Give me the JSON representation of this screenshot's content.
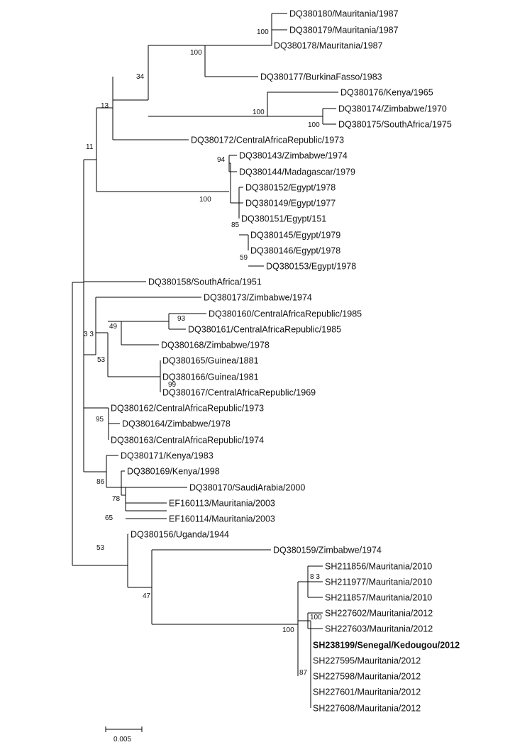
{
  "taxa": [
    {
      "id": "t1",
      "label": "DQ380180/Mauritania/1987",
      "bold": false
    },
    {
      "id": "t2",
      "label": "DQ380179/Mauritania/1987",
      "bold": false
    },
    {
      "id": "t3",
      "label": "DQ380178/Mauritania/1987",
      "bold": false
    },
    {
      "id": "t4",
      "label": "DQ380177/BurkinaFasso/1983",
      "bold": false
    },
    {
      "id": "t5",
      "label": "DQ380176/Kenya/1965",
      "bold": false
    },
    {
      "id": "t6",
      "label": "DQ380174/Zimbabwe/1970",
      "bold": false
    },
    {
      "id": "t7",
      "label": "DQ380175/SouthAfrica/1975",
      "bold": false
    },
    {
      "id": "t8",
      "label": "DQ380172/CentralAfricaRepublic/1973",
      "bold": false
    },
    {
      "id": "t9",
      "label": "DQ380143/Zimbabwe/1974",
      "bold": false
    },
    {
      "id": "t10",
      "label": "DQ380144/Madagascar/1979",
      "bold": false
    },
    {
      "id": "t11",
      "label": "DQ380152/Egypt/1978",
      "bold": false
    },
    {
      "id": "t12",
      "label": "DQ380149/Egypt/1977",
      "bold": false
    },
    {
      "id": "t13",
      "label": "DQ380151/Egypt/151",
      "bold": false
    },
    {
      "id": "t14",
      "label": "DQ380145/Egypt/1979",
      "bold": false
    },
    {
      "id": "t15",
      "label": "DQ380146/Egypt/1978",
      "bold": false
    },
    {
      "id": "t16",
      "label": "DQ380153/Egypt/1978",
      "bold": false
    },
    {
      "id": "t17",
      "label": "DQ380158/SouthAfrica/1951",
      "bold": false
    },
    {
      "id": "t18",
      "label": "DQ380173/Zimbabwe/1974",
      "bold": false
    },
    {
      "id": "t19",
      "label": "DQ380160/CentralAfricaRepublic/1985",
      "bold": false
    },
    {
      "id": "t20",
      "label": "DQ380161/CentralAfricaRepublic/1985",
      "bold": false
    },
    {
      "id": "t21",
      "label": "DQ380168/Zimbabwe/1978",
      "bold": false
    },
    {
      "id": "t22",
      "label": "DQ380165/Guinea/1881",
      "bold": false
    },
    {
      "id": "t23",
      "label": "DQ380166/Guinea/1981",
      "bold": false
    },
    {
      "id": "t24",
      "label": "DQ380167/CentralAfricaRepublic/1969",
      "bold": false
    },
    {
      "id": "t25",
      "label": "DQ380162/CentralAfricaRepublic/1973",
      "bold": false
    },
    {
      "id": "t26",
      "label": "DQ380164/Zimbabwe/1978",
      "bold": false
    },
    {
      "id": "t27",
      "label": "DQ380163/CentralAfricaRepublic/1974",
      "bold": false
    },
    {
      "id": "t28",
      "label": "DQ380171/Kenya/1983",
      "bold": false
    },
    {
      "id": "t29",
      "label": "DQ380169/Kenya/1998",
      "bold": false
    },
    {
      "id": "t30",
      "label": "DQ380170/SaudiArabia/2000",
      "bold": false
    },
    {
      "id": "t31",
      "label": "EF160113/Mauritania/2003",
      "bold": false
    },
    {
      "id": "t32",
      "label": "EF160114/Mauritania/2003",
      "bold": false
    },
    {
      "id": "t33",
      "label": "DQ380156/Uganda/1944",
      "bold": false
    },
    {
      "id": "t34",
      "label": "DQ380159/Zimbabwe/1974",
      "bold": false
    },
    {
      "id": "t35",
      "label": "SH211856/Mauritania/2010",
      "bold": false
    },
    {
      "id": "t36",
      "label": "SH211977/Mauritania/2010",
      "bold": false
    },
    {
      "id": "t37",
      "label": "SH211857/Mauritania/2010",
      "bold": false
    },
    {
      "id": "t38",
      "label": "SH227602/Mauritania/2012",
      "bold": false
    },
    {
      "id": "t39",
      "label": "SH227603/Mauritania/2012",
      "bold": false
    },
    {
      "id": "t40",
      "label": "SH238199/Senegal/Kedougou/2012",
      "bold": true
    },
    {
      "id": "t41",
      "label": "SH227595/Mauritania/2012",
      "bold": false
    },
    {
      "id": "t42",
      "label": "SH227598/Mauritania/2012",
      "bold": false
    },
    {
      "id": "t43",
      "label": "SH227601/Mauritania/2012",
      "bold": false
    },
    {
      "id": "t44",
      "label": "SH227608/Mauritania/2012",
      "bold": false
    }
  ],
  "bootstrap": [
    {
      "node": "n_mau1987",
      "value": "100"
    },
    {
      "node": "n_west",
      "value": "100"
    },
    {
      "node": "n_west_east",
      "value": "34"
    },
    {
      "node": "n_kenya_sa",
      "value": "100"
    },
    {
      "node": "n_zim_sa",
      "value": "100"
    },
    {
      "node": "n_upper",
      "value": "13"
    },
    {
      "node": "n_top",
      "value": "11"
    },
    {
      "node": "n_zim_mad",
      "value": "94"
    },
    {
      "node": "n_egypt_all",
      "value": "100"
    },
    {
      "node": "n_egypt_sub",
      "value": "85"
    },
    {
      "node": "n_egypt_sub2",
      "value": "59"
    },
    {
      "node": "n_car85",
      "value": "93"
    },
    {
      "node": "n_car_zim",
      "value": "49"
    },
    {
      "node": "n_guinea",
      "value": "99"
    },
    {
      "node": "n_mid",
      "value": "53"
    },
    {
      "node": "n_mid_all",
      "value": "3 3"
    },
    {
      "node": "n_car73",
      "value": "95"
    },
    {
      "node": "n_kenya_sub",
      "value": "86"
    },
    {
      "node": "n_kenya_sub2",
      "value": "78"
    },
    {
      "node": "n_ef",
      "value": "65"
    },
    {
      "node": "n_bottom",
      "value": "53"
    },
    {
      "node": "n_bottom_sub",
      "value": "47"
    },
    {
      "node": "n_recent",
      "value": "100"
    },
    {
      "node": "n_sh2010",
      "value": "8 3"
    },
    {
      "node": "n_sh2012a",
      "value": "100"
    },
    {
      "node": "n_sh2012b",
      "value": "87"
    }
  ],
  "scale_bar": {
    "label": "0.005",
    "value": 0.005
  }
}
